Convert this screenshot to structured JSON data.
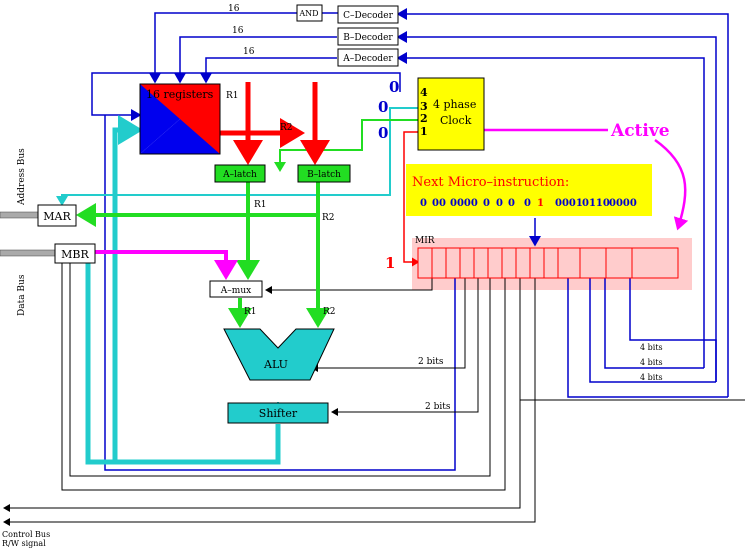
{
  "decoders": {
    "and_label": "AND",
    "c_decoder": "C–Decoder",
    "b_decoder": "B–Decoder",
    "a_decoder": "A–Decoder",
    "bus_width_c": "16",
    "bus_width_b": "16",
    "bus_width_a": "16"
  },
  "registers": {
    "label": "16 registers",
    "r1_out": "R1",
    "r2_out": "R2"
  },
  "latches": {
    "a_latch": "A–latch",
    "b_latch": "B–latch",
    "r1": "R1",
    "r2": "R2"
  },
  "clock": {
    "label_line1": "4 phase",
    "label_line2": "Clock",
    "phase4": "4",
    "phase3": "3",
    "phase2": "2",
    "phase1": "1",
    "value4": "0",
    "value3": "0",
    "value2": "0",
    "active_label": "Active"
  },
  "next_instruction": {
    "title": "Next Micro–instruction:",
    "bits": [
      "0",
      "00",
      "0000",
      "0",
      "0",
      "0",
      "0",
      "1",
      "0001",
      "0110",
      "0000"
    ],
    "bit_colors": [
      "#0000cc",
      "#0000cc",
      "#0000cc",
      "#0000cc",
      "#0000cc",
      "#0000cc",
      "#0000cc",
      "#ff0000",
      "#0000cc",
      "#0000cc",
      "#0000cc"
    ]
  },
  "mir": {
    "label": "MIR",
    "first_bit": "1"
  },
  "memory": {
    "mar": "MAR",
    "mbr": "MBR",
    "address_bus": "Address Bus",
    "data_bus": "Data Bus"
  },
  "datapath": {
    "amux": "A–mux",
    "alu": "ALU",
    "shifter": "Shifter",
    "r1": "R1",
    "r2": "R2",
    "alu_bits": "2 bits",
    "shifter_bits": "2 bits"
  },
  "mir_fields": {
    "field_c_bits": "4 bits",
    "field_b_bits": "4 bits",
    "field_a_bits": "4 bits"
  },
  "control": {
    "control_bus": "Control Bus",
    "rw_signal": "R/W signal"
  },
  "colors": {
    "blue": "#0000cc",
    "red": "#ff0000",
    "green": "#22dd22",
    "cyan": "#22cccc",
    "magenta": "#ff00ff",
    "yellow": "#ffff00",
    "pink": "#ffcccc"
  }
}
